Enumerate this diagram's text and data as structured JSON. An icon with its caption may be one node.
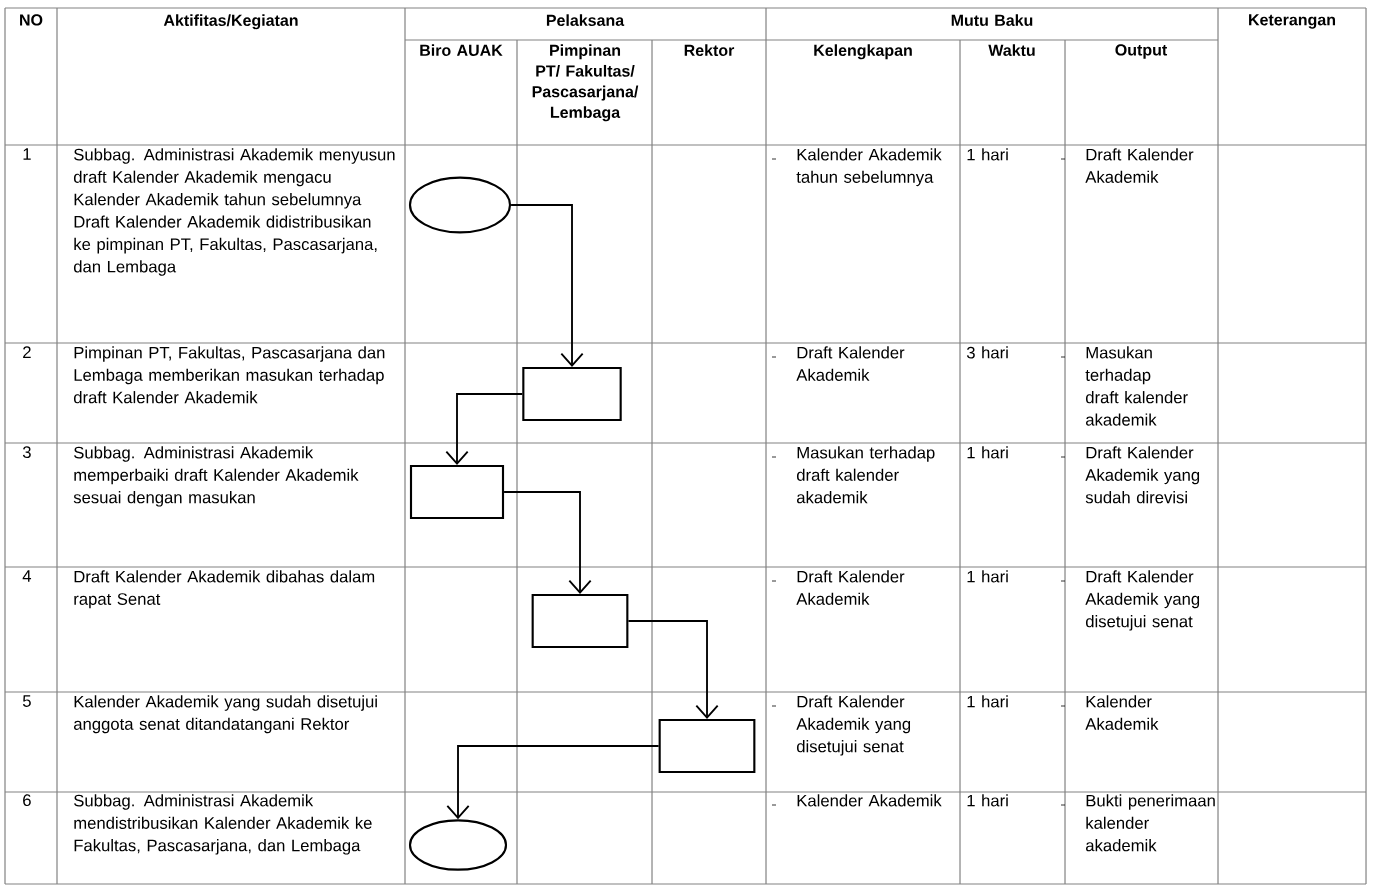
{
  "diagram": {
    "nodes": [
      {
        "text": [],
        "shape": "ellipse"
      },
      {
        "text": [],
        "shape": "box"
      },
      {
        "text": [],
        "shape": "box"
      },
      {
        "text": [],
        "shape": "box"
      },
      {
        "text": [],
        "shape": "box"
      },
      {
        "text": [],
        "shape": "ellipse"
      }
    ],
    "edges": [
      {
        "from": 0,
        "to": 1,
        "arrow": "to"
      },
      {
        "from": 1,
        "to": 2,
        "arrow": "to"
      },
      {
        "from": 2,
        "to": 3,
        "arrow": "to"
      },
      {
        "from": 3,
        "to": 4,
        "arrow": "to"
      },
      {
        "from": 4,
        "to": 5,
        "arrow": "to"
      }
    ],
    "labels": [
      "NO",
      "Aktifitas/Kegiatan",
      "Pelaksana",
      "Mutu Baku",
      "Keterangan",
      "Biro AUAK",
      "Pimpinan PT/ Fakultas/ Pascasarjana/ Lembaga",
      "Rektor",
      "Kelengkapan",
      "Waktu",
      "Output",
      "1",
      "Subbag. Administrasi Akademik menyusun draft Kalender Akademik mengacu Kalender Akademik tahun sebelumnya Draft Kalender Akademik didistribusikan ke pimpinan PT, Fakultas, Pascasarjana, dan Lembaga",
      "Kalender Akademik tahun sebelumnya",
      "1 hari",
      "Draft Kalender Akademik",
      "2",
      "Pimpinan PT, Fakultas, Pascasarjana dan Lembaga memberikan masukan terhadap draft Kalender Akademik",
      "Draft Kalender Akademik",
      "3 hari",
      "Masukan terhadap draft kalender akademik",
      "3",
      "Subbag. Administrasi Akademik memperbaiki draft Kalender Akademik sesuai dengan masukan",
      "Masukan terhadap draft kalender akademik",
      "1 hari",
      "Draft Kalender Akademik yang sudah direvisi",
      "4",
      "Draft Kalender Akademik dibahas dalam rapat Senat",
      "Draft Kalender Akademik",
      "1 hari",
      "Draft Kalender Akademik yang disetujui senat",
      "5",
      "Kalender Akademik yang sudah disetujui anggota senat ditandatangani Rektor",
      "Draft Kalender Akademik yang disetujui senat",
      "1 hari",
      "Kalender Akademik",
      "6",
      "Subbag. Administrasi Akademik mendistribusikan Kalender Akademik ke Fakultas, Pascasarjana, dan Lembaga",
      "Kalender Akademik",
      "1 hari",
      "Bukti penerimaan kalender akademik"
    ]
  }
}
